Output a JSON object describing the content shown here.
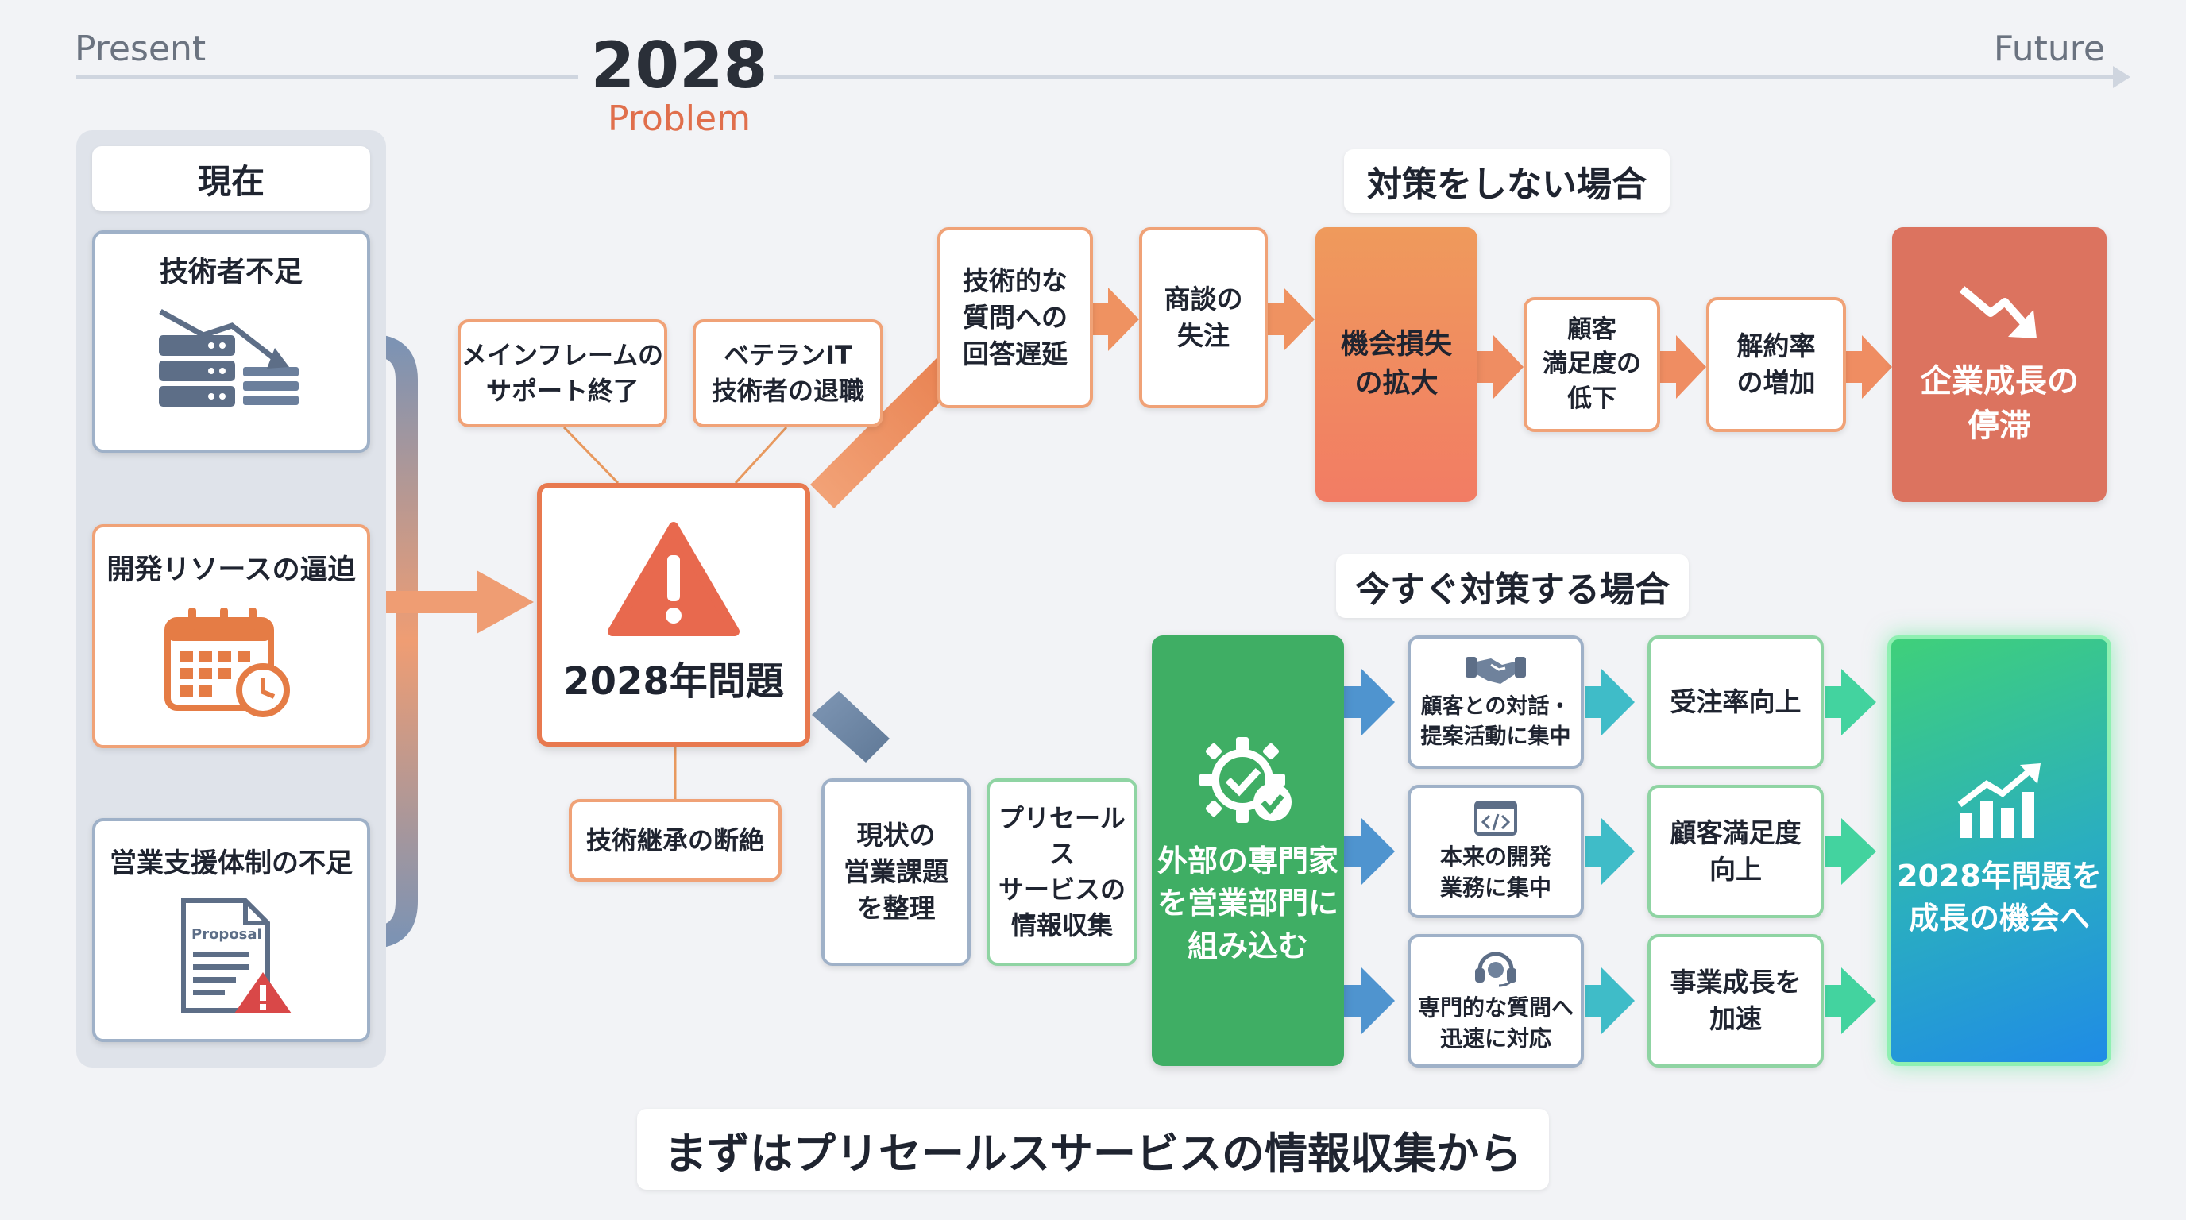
{
  "timeline": {
    "present": "Present",
    "year": "2028",
    "problem": "Problem",
    "future": "Future"
  },
  "current": {
    "title": "現在",
    "items": [
      {
        "label": "技術者不足",
        "icon": "server-decline-icon"
      },
      {
        "label": "開発リソースの逼迫",
        "icon": "calendar-clock-icon"
      },
      {
        "label": "営業支援体制の不足",
        "icon": "proposal-warning-icon",
        "icon_text": "Proposal"
      }
    ]
  },
  "causes": [
    "メインフレームの\nサポート終了",
    "ベテランIT\n技術者の退職",
    "技術継承の断絶"
  ],
  "problem": {
    "label": "2028年問題",
    "icon": "warning-icon"
  },
  "no_action": {
    "title": "対策をしない場合",
    "steps": [
      "技術的な\n質問への\n回答遅延",
      "商談の\n失注",
      "機会損失\nの拡大",
      "顧客\n満足度の\n低下",
      "解約率\nの増加"
    ],
    "result": {
      "label": "企業成長の\n停滞",
      "icon": "decline-arrow-icon"
    }
  },
  "action": {
    "title": "今すぐ対策する場合",
    "steps": [
      "現状の\n営業課題\nを整理",
      "プリセールス\nサービスの\n情報収集"
    ],
    "core": {
      "label": "外部の専門家\nを営業部門に\n組み込む",
      "icon": "gear-check-icon"
    },
    "benefits": [
      {
        "label": "顧客との対話・\n提案活動に集中",
        "icon": "handshake-icon"
      },
      {
        "label": "本来の開発\n業務に集中",
        "icon": "code-window-icon"
      },
      {
        "label": "専門的な質問へ\n迅速に対応",
        "icon": "headset-icon"
      }
    ],
    "outcomes": [
      "受注率向上",
      "顧客満足度\n向上",
      "事業成長を\n加速"
    ],
    "result": {
      "label": "2028年問題を\n成長の機会へ",
      "icon": "growth-chart-icon"
    }
  },
  "cta": "まずはプリセールスサービスの情報収集から",
  "colors": {
    "orange": "#e8784a",
    "red": "#d9695a",
    "green": "#3fae64",
    "blue": "#4a8fd0",
    "slate": "#6f829c"
  }
}
